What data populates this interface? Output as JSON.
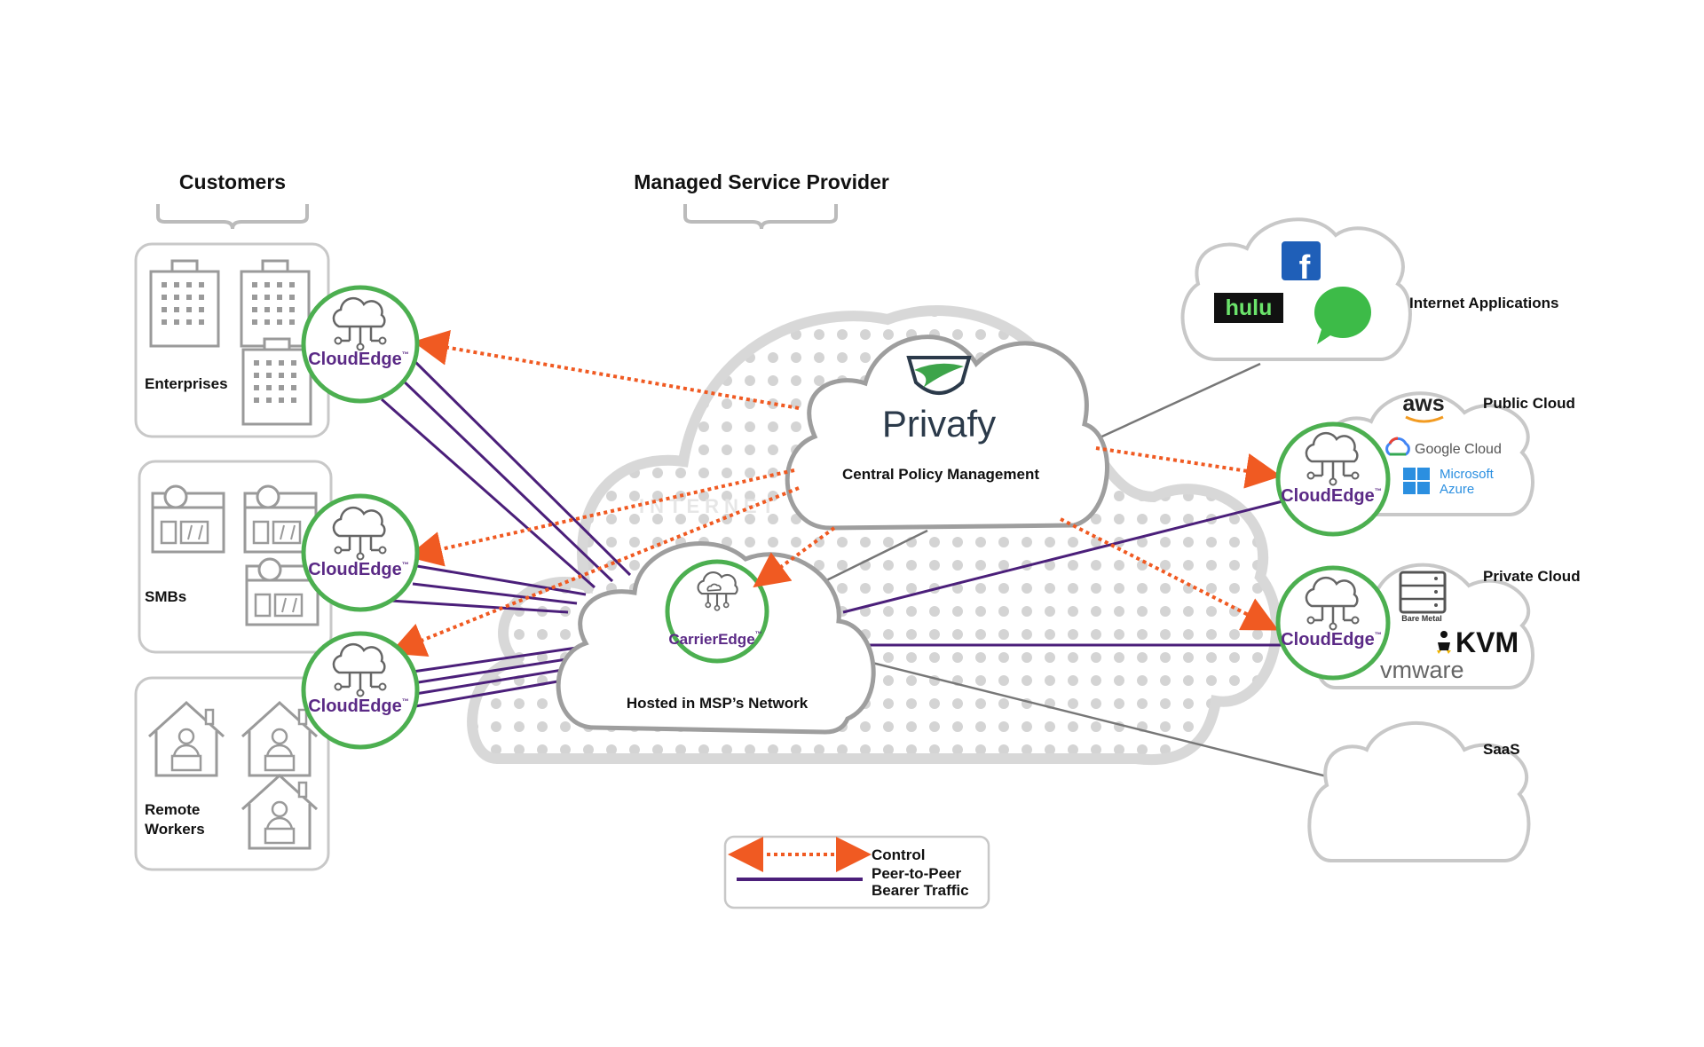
{
  "headers": {
    "customers": "Customers",
    "msp": "Managed Service Provider"
  },
  "customers": {
    "enterprises": "Enterprises",
    "smbs": "SMBs",
    "remote_workers_line1": "Remote",
    "remote_workers_line2": "Workers"
  },
  "node_label": "CloudEdge",
  "tm": "™",
  "carrier": {
    "name": "CarrierEdge",
    "caption": "Hosted in MSP’s Network"
  },
  "privafy": {
    "brand": "Privafy",
    "caption": "Central Policy Management"
  },
  "internet_watermark": "INTERNET",
  "destinations": {
    "internet_apps": "Internet Applications",
    "public_cloud": "Public Cloud",
    "private_cloud": "Private Cloud",
    "saas": "SaaS"
  },
  "logos": {
    "hulu": "hulu",
    "facebook": "f",
    "aws": "aws",
    "google_cloud": "Google Cloud",
    "microsoft": "Microsoft",
    "azure": "Azure",
    "bare_metal": "Bare Metal",
    "kvm": "KVM",
    "vmware": "vmware"
  },
  "legend": {
    "control": "Control",
    "p2p_line1": "Peer-to-Peer",
    "p2p_line2": "Bearer Traffic"
  },
  "colors": {
    "control": "#f05a22",
    "bearer": "#4b1f7a",
    "node_ring": "#4caf50",
    "brand_purple": "#5b2a86",
    "neutral_line": "#777777"
  }
}
